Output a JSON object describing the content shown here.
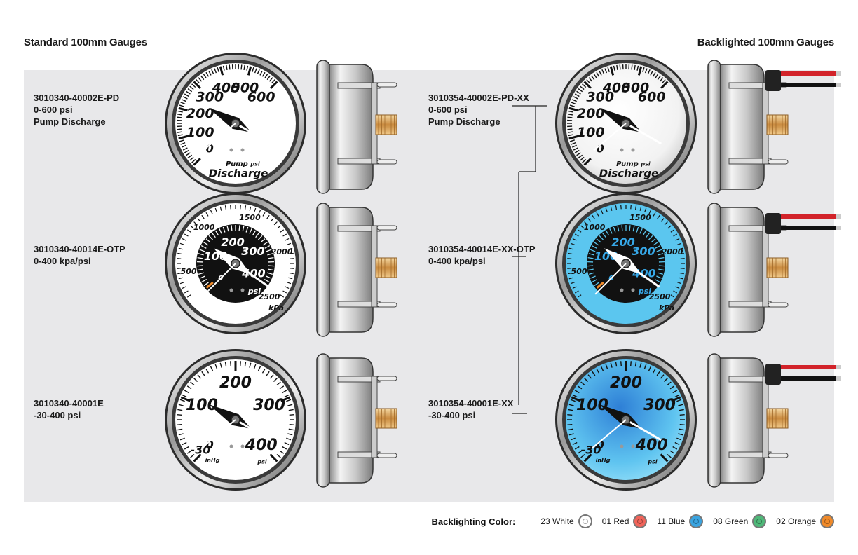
{
  "headers": {
    "left": "Standard 100mm Gauges",
    "right": "Backlighted 100mm Gauges"
  },
  "standard_labels": [
    {
      "part": "3010340-40002E-PD",
      "range": "0-600 psi",
      "desc": "Pump Discharge"
    },
    {
      "part": "3010340-40014E-OTP",
      "range": "0-400 kpa/psi",
      "desc": ""
    },
    {
      "part": "3010340-40001E",
      "range": "-30-400 psi",
      "desc": ""
    }
  ],
  "backlit_labels": [
    {
      "part": "3010354-40002E-PD-XX",
      "range": "0-600 psi",
      "desc": "Pump Discharge"
    },
    {
      "part": "3010354-40014E-XX-OTP",
      "range": "0-400 kpa/psi",
      "desc": ""
    },
    {
      "part": "3010354-40001E-XX",
      "range": "-30-400 psi",
      "desc": ""
    }
  ],
  "gauges": {
    "pd": {
      "numbers": [
        "0",
        "100",
        "200",
        "300",
        "400",
        "500",
        "600"
      ],
      "unit": "psi",
      "line1": "Pump",
      "line2": "Discharge"
    },
    "otp": {
      "kpa": [
        "500",
        "1000",
        "1500",
        "2000",
        "2500"
      ],
      "kpa_unit": "kPa",
      "psi": [
        "0",
        "100",
        "200",
        "300",
        "400"
      ],
      "psi_unit": "psi"
    },
    "vac": {
      "numbers": [
        "0",
        "100",
        "200",
        "300",
        "400"
      ],
      "vac_label": "-30",
      "vac_unit": "inHg",
      "unit": "psi"
    }
  },
  "legend": {
    "title": "Backlighting Color:",
    "items": [
      {
        "label": "23 White",
        "color": "#ffffff"
      },
      {
        "label": "01 Red",
        "color": "#f0645a"
      },
      {
        "label": "11 Blue",
        "color": "#3aa4e0"
      },
      {
        "label": "08 Green",
        "color": "#4fb879"
      },
      {
        "label": "02 Orange",
        "color": "#f08a2a"
      }
    ]
  },
  "colors": {
    "panel": "#e8e8ea",
    "backlight_blue": "#5bc6ef",
    "needle": "#111111",
    "wire_red": "#d2232a",
    "fitting_brass": "#d9a05b"
  }
}
